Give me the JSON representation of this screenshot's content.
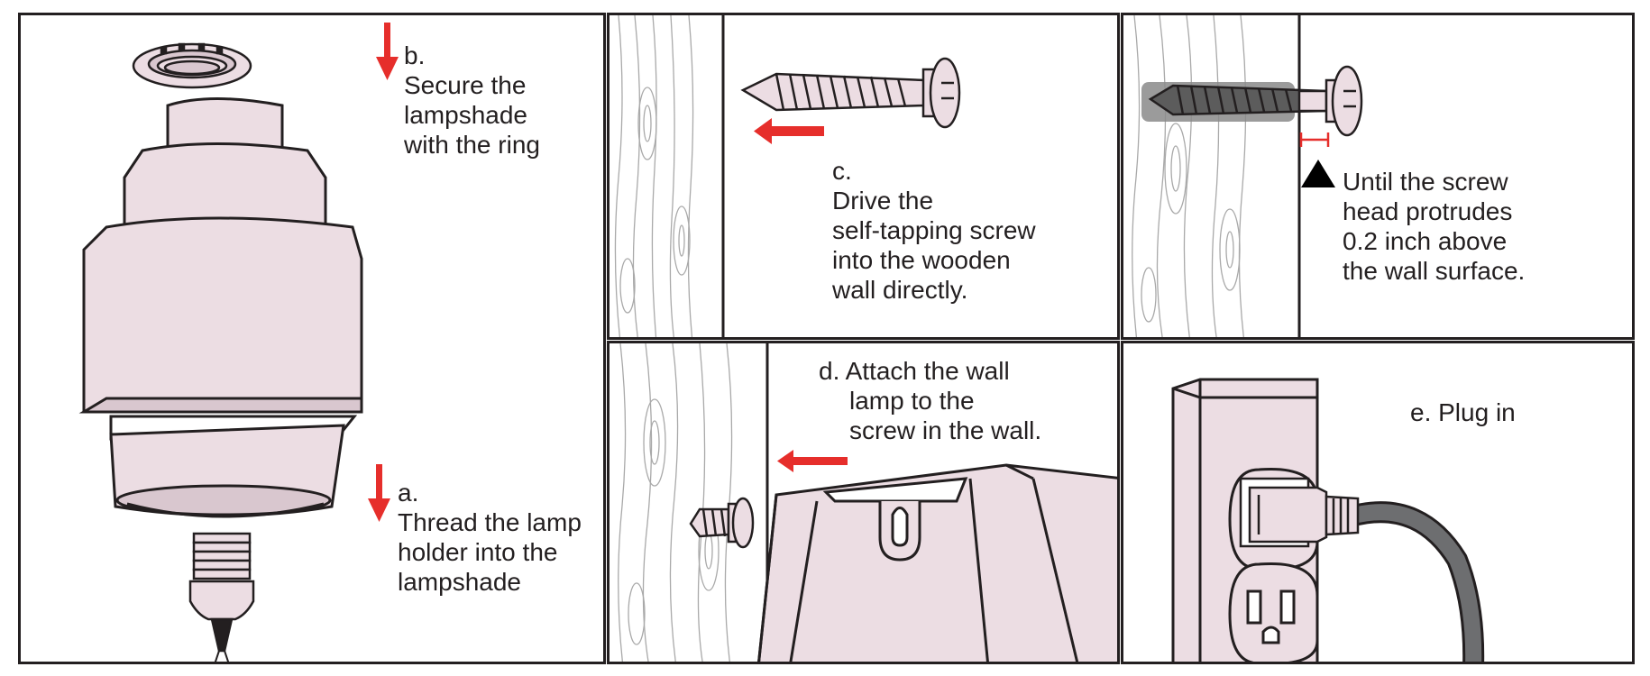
{
  "steps": {
    "a": {
      "lines": [
        "a.",
        "Thread the lamp",
        "holder into the",
        "lampshade"
      ]
    },
    "b": {
      "lines": [
        "b.",
        "Secure the",
        "lampshade",
        "with the ring"
      ]
    },
    "c": {
      "lines": [
        "c.",
        "Drive the",
        "self-tapping screw",
        "into the wooden",
        "wall directly."
      ]
    },
    "c2": {
      "lines": [
        "Until the screw",
        "head protrudes",
        "0.2 inch above",
        "the wall surface."
      ]
    },
    "d": {
      "lines": [
        "d. Attach the wall",
        "lamp to the",
        "screw in the wall."
      ]
    },
    "e": {
      "label": "e. Plug in"
    }
  },
  "colors": {
    "fill": "#ecdde3",
    "line": "#231f20",
    "arrow": "#e62e2b",
    "wood": "#a9a9a9",
    "cord": "#6d6e70",
    "shadow": "#8a8a8a"
  }
}
